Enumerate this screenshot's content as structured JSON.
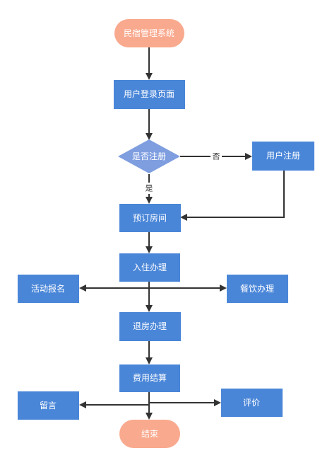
{
  "colors": {
    "process": "#4a86d8",
    "terminal": "#f9a98e",
    "decision": "#7f9ee0",
    "line": "#333333",
    "text": "#ffffff",
    "label": "#333333"
  },
  "nodes": {
    "start": "民宿管理系统",
    "login_page": "用户登录页面",
    "is_registered": "是否注册",
    "user_register": "用户注册",
    "book_room": "预订房间",
    "check_in": "入住办理",
    "activity_signup": "活动报名",
    "dining": "餐饮办理",
    "check_out": "退房办理",
    "settlement": "费用结算",
    "message": "留言",
    "review": "评价",
    "end": "结束"
  },
  "edge_labels": {
    "no": "否",
    "yes": "是"
  }
}
